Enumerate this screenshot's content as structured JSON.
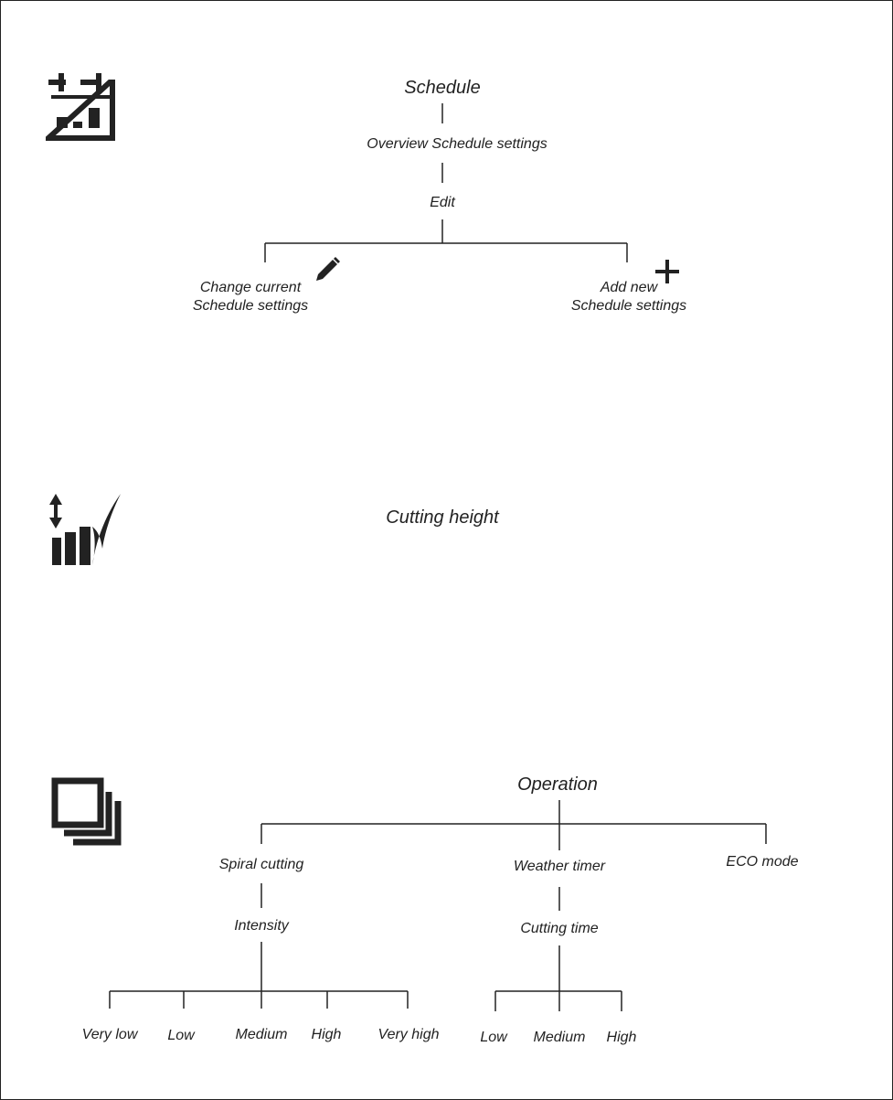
{
  "schedule": {
    "title": "Schedule",
    "overview": "Overview Schedule settings",
    "edit": "Edit",
    "change_line1": "Change current",
    "change_line2": "Schedule settings",
    "add_line1": "Add new",
    "add_line2": "Schedule settings",
    "icons": [
      "calendar-schedule-icon",
      "pencil-icon",
      "plus-icon"
    ]
  },
  "cutting_height": {
    "title": "Cutting height",
    "icon": "cutting-height-icon"
  },
  "operation": {
    "title": "Operation",
    "icon": "operation-layers-icon",
    "spiral": {
      "label": "Spiral cutting",
      "intensity": "Intensity",
      "levels": [
        "Very low",
        "Low",
        "Medium",
        "High",
        "Very high"
      ]
    },
    "weather": {
      "label": "Weather timer",
      "cutting_time": "Cutting time",
      "levels": [
        "Low",
        "Medium",
        "High"
      ]
    },
    "eco": "ECO mode"
  },
  "colors": {
    "ink": "#222222",
    "background": "#ffffff"
  }
}
